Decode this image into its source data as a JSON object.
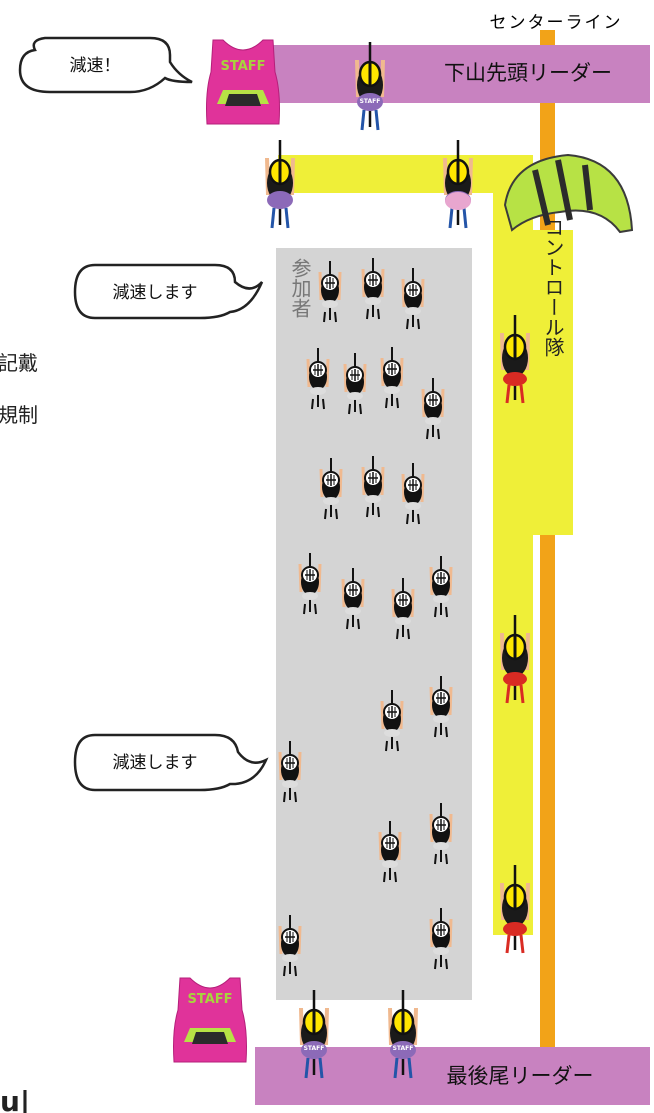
{
  "labels": {
    "center_line": "センターライン",
    "front_leader": "下山先頭リーダー",
    "rear_leader": "最後尾リーダー",
    "participants": "参加者",
    "control_team": "コントロール隊",
    "staff_shirt": "STAFF",
    "jersey_staff": "STAFF"
  },
  "bubbles": {
    "top": "減速！",
    "middle": "減速します",
    "lower": "減速します"
  },
  "cut_text": {
    "line1": "記戴",
    "line2": "規制",
    "bottom": "u|"
  },
  "colors": {
    "leader_bar": "#c882c0",
    "control_yellow": "#efef38",
    "center_line": "#f2a318",
    "participants_area": "#d4d4d4",
    "staff_pink": "#e0339a",
    "staff_green": "#b7e245"
  },
  "icons": [
    "cyclist-icon",
    "staff-shirt-icon",
    "staff-cap-icon",
    "speech-bubble"
  ]
}
